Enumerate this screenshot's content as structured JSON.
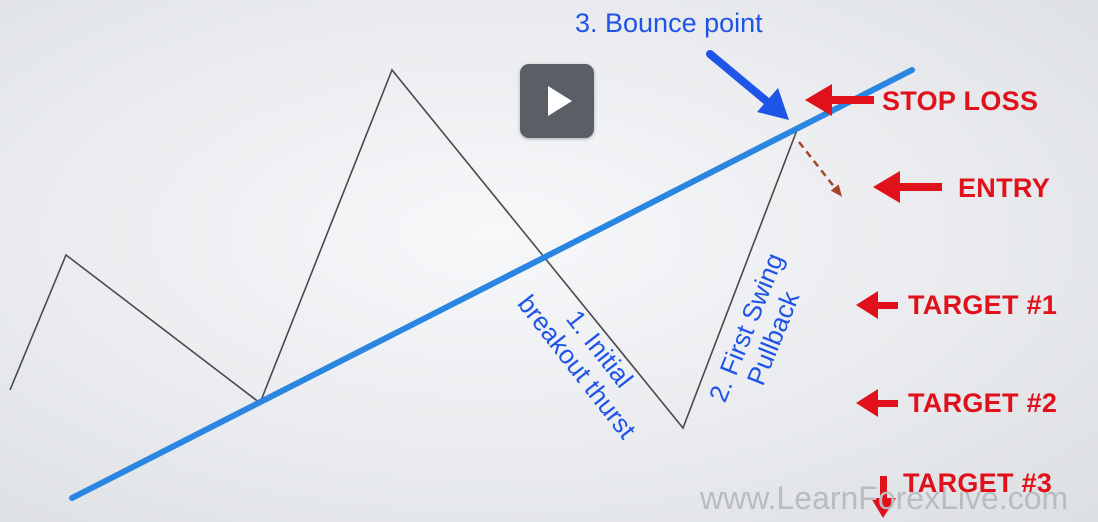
{
  "title": "3. Bounce point",
  "labels": {
    "stop_loss": "STOP LOSS",
    "entry": "ENTRY",
    "target1": "TARGET #1",
    "target2": "TARGET #2",
    "target3": "TARGET #3"
  },
  "annotations": {
    "step1_line1": "1. Initial",
    "step1_line2": "breakout thurst",
    "step2_line1": "2. First Swing",
    "step2_line2": "Pullback"
  },
  "watermark": "www.LearnForexLive.com",
  "icons": {
    "play": "play-icon"
  },
  "colors": {
    "trendline": "#2a86e0",
    "labels": "#e0111b",
    "annotations": "#1f55e6",
    "price_line": "#4a4a4a",
    "dashed_arrow": "#a8452a"
  }
}
